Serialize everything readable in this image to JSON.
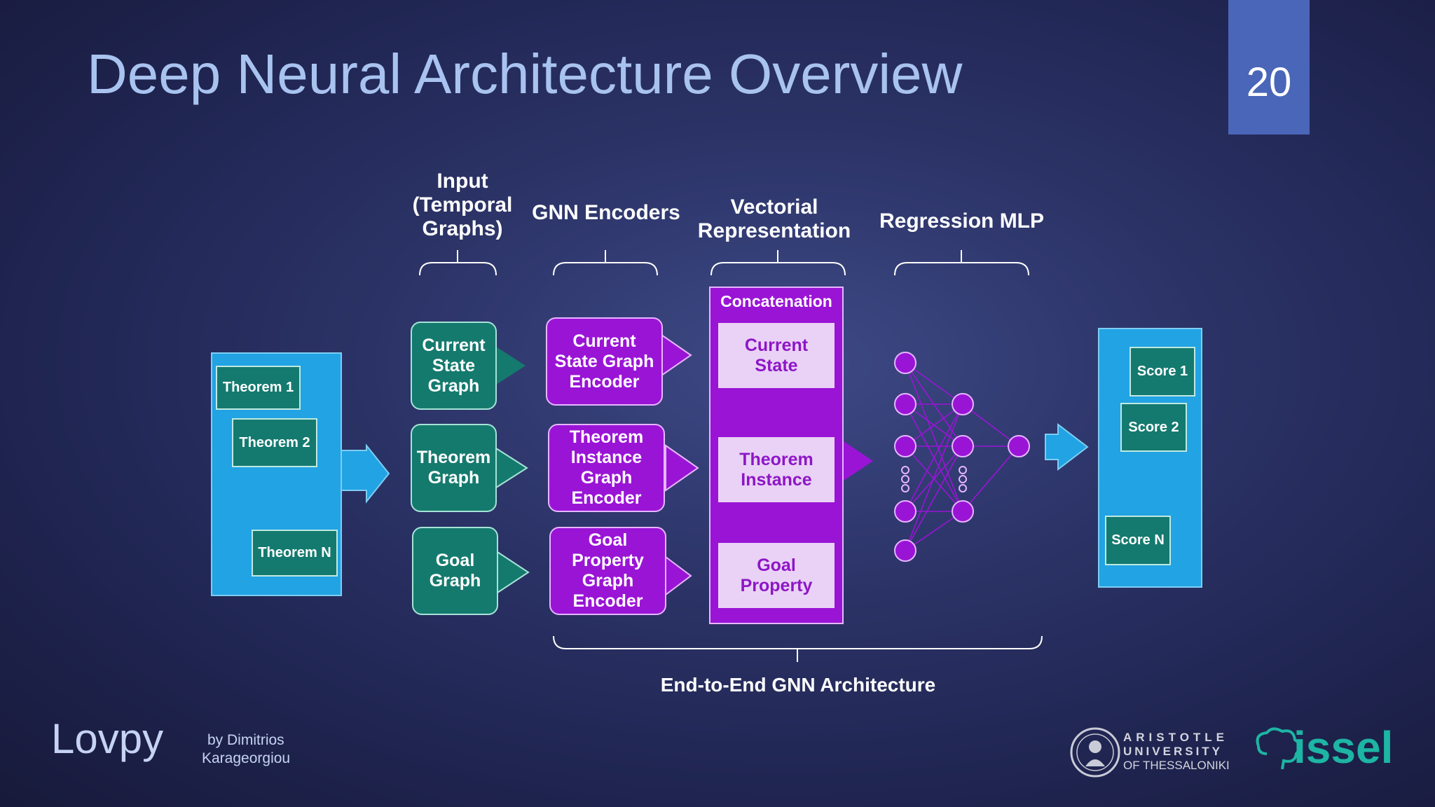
{
  "slide": {
    "title": "Deep Neural Architecture Overview",
    "number": "20"
  },
  "headers": {
    "input": "Input (Temporal Graphs)",
    "input_lines": [
      "Input",
      "(Temporal",
      "Graphs)"
    ],
    "gnn": "GNN Encoders",
    "vectorial_lines": [
      "Vectorial",
      "Representation"
    ],
    "mlp": "Regression MLP"
  },
  "theorems": {
    "t1": "Theorem 1",
    "t2": "Theorem 2",
    "tn": "Theorem N"
  },
  "inputs": {
    "current_state": [
      "Current",
      "State",
      "Graph"
    ],
    "theorem": [
      "Theorem",
      "Graph"
    ],
    "goal": [
      "Goal",
      "Graph"
    ]
  },
  "encoders": {
    "current_state": [
      "Current",
      "State Graph",
      "Encoder"
    ],
    "theorem": [
      "Theorem",
      "Instance",
      "Graph",
      "Encoder"
    ],
    "goal": [
      "Goal",
      "Property",
      "Graph",
      "Encoder"
    ]
  },
  "concat": {
    "title": "Concatenation",
    "current": [
      "Current",
      "State"
    ],
    "theorem": [
      "Theorem",
      "Instance"
    ],
    "goal": [
      "Goal",
      "Property"
    ]
  },
  "scores": {
    "s1": "Score 1",
    "s2": "Score 2",
    "sn": "Score N"
  },
  "footer_label": "End-to-End GNN Architecture",
  "footer": {
    "brand": "Lovpy",
    "by_line1": "by  Dimitrios",
    "by_line2": "Karageorgiou"
  },
  "logos": {
    "auth_lines": [
      "ARISTOTLE",
      "UNIVERSITY",
      "OF THESSALONIKI"
    ],
    "issel": "issel"
  },
  "colors": {
    "teal": "#157a6e",
    "purple": "#9a14d6",
    "blue_panel": "#21a3e4",
    "title": "#a9c3f0"
  }
}
